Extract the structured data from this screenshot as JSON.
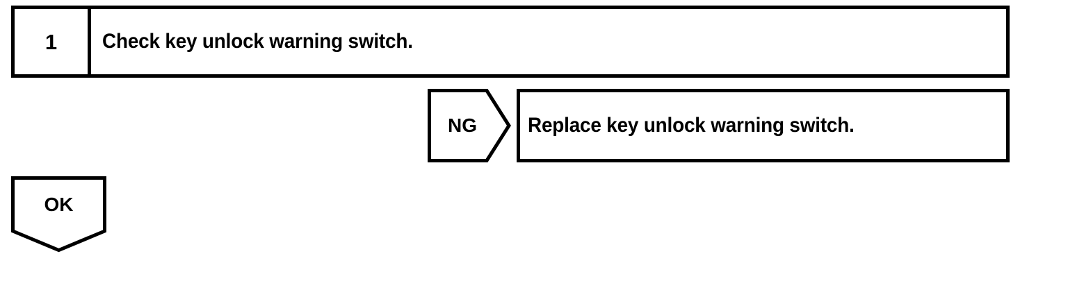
{
  "document": {
    "type": "troubleshooting-flowchart",
    "background_color": "#ffffff",
    "line_color": "#000000"
  },
  "step": {
    "number": "1",
    "instruction": "Check key unlock warning switch."
  },
  "branches": {
    "ng": {
      "tag_label": "NG",
      "shape": "pentagon-right-arrow",
      "action": "Replace key unlock warning switch."
    },
    "ok": {
      "tag_label": "OK",
      "shape": "pentagon-down-arrow"
    }
  }
}
